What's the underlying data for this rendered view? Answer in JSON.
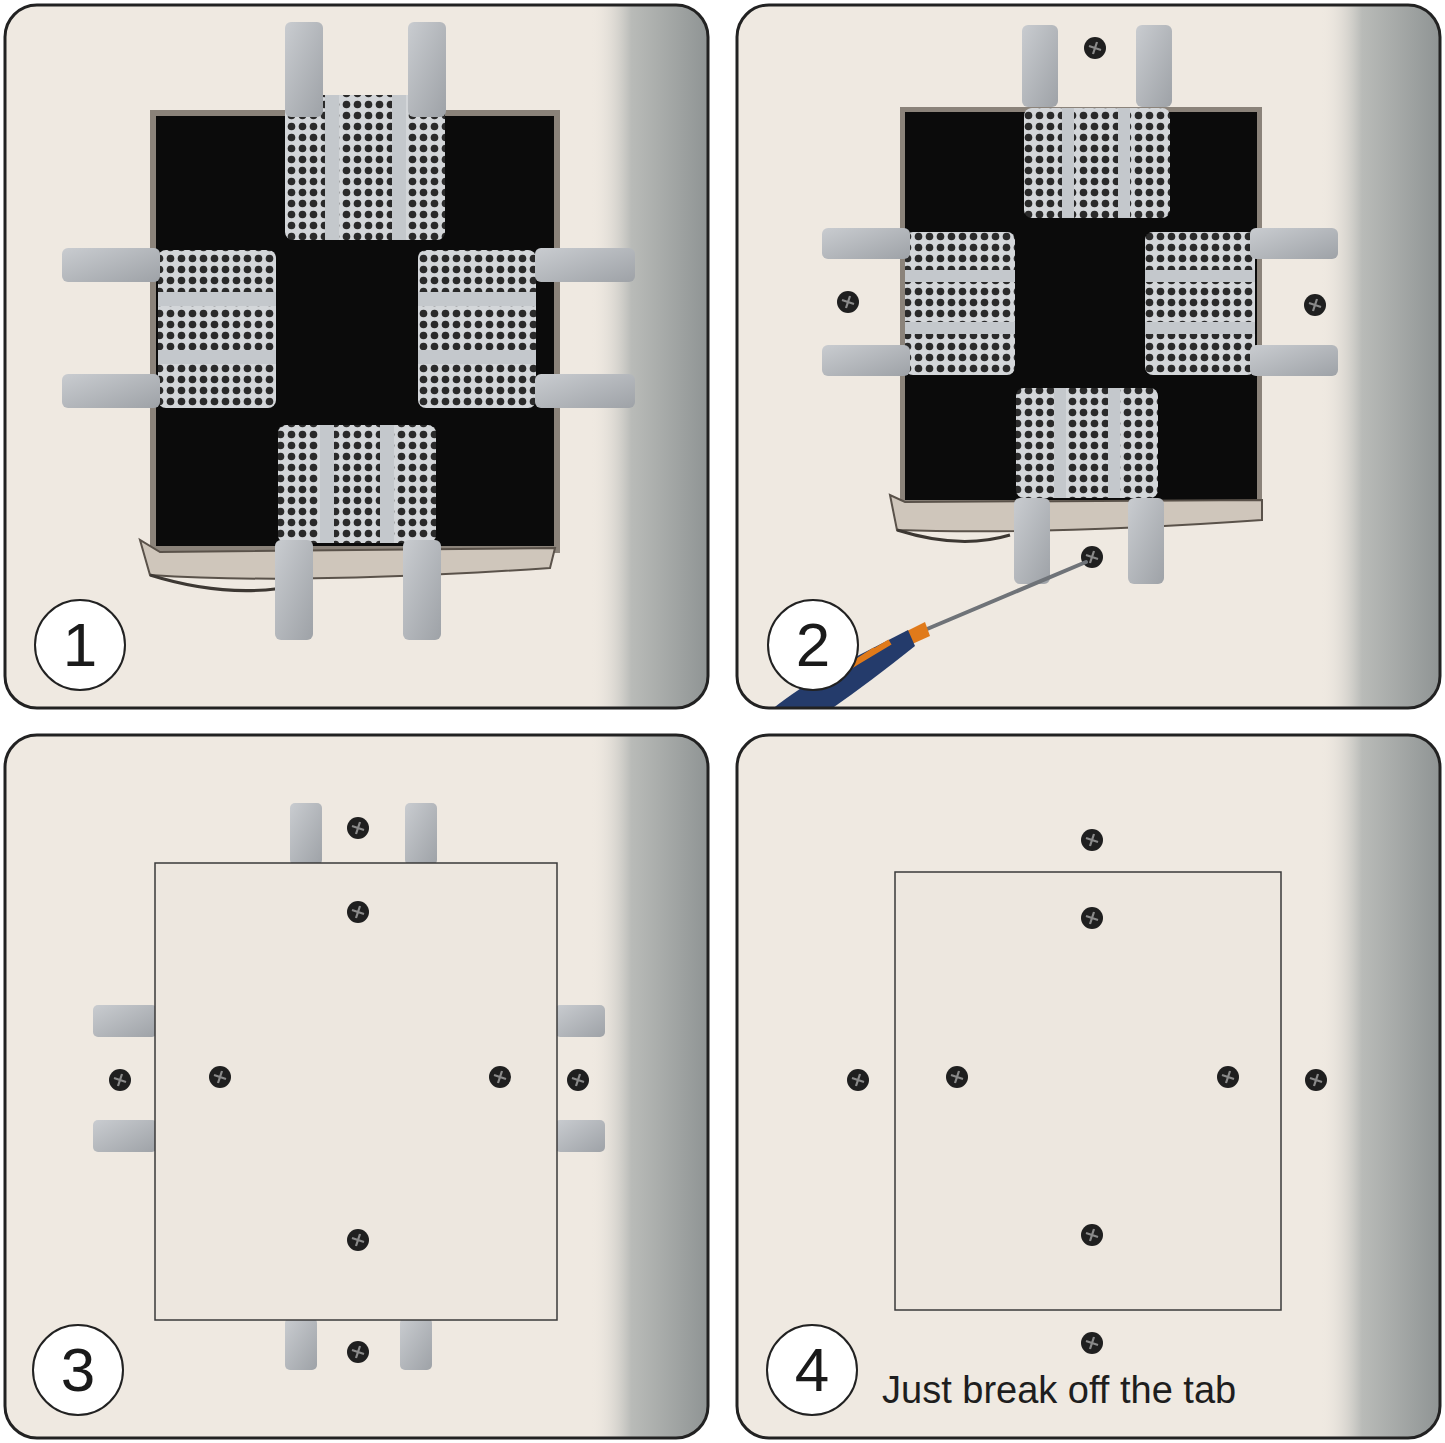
{
  "diagram": {
    "nodes": [
      {
        "text": [
          "1"
        ]
      },
      {
        "text": [
          "2"
        ]
      },
      {
        "text": [
          "3"
        ]
      },
      {
        "text": [
          "4"
        ]
      }
    ],
    "labels": [
      "Just break off the tab"
    ]
  }
}
